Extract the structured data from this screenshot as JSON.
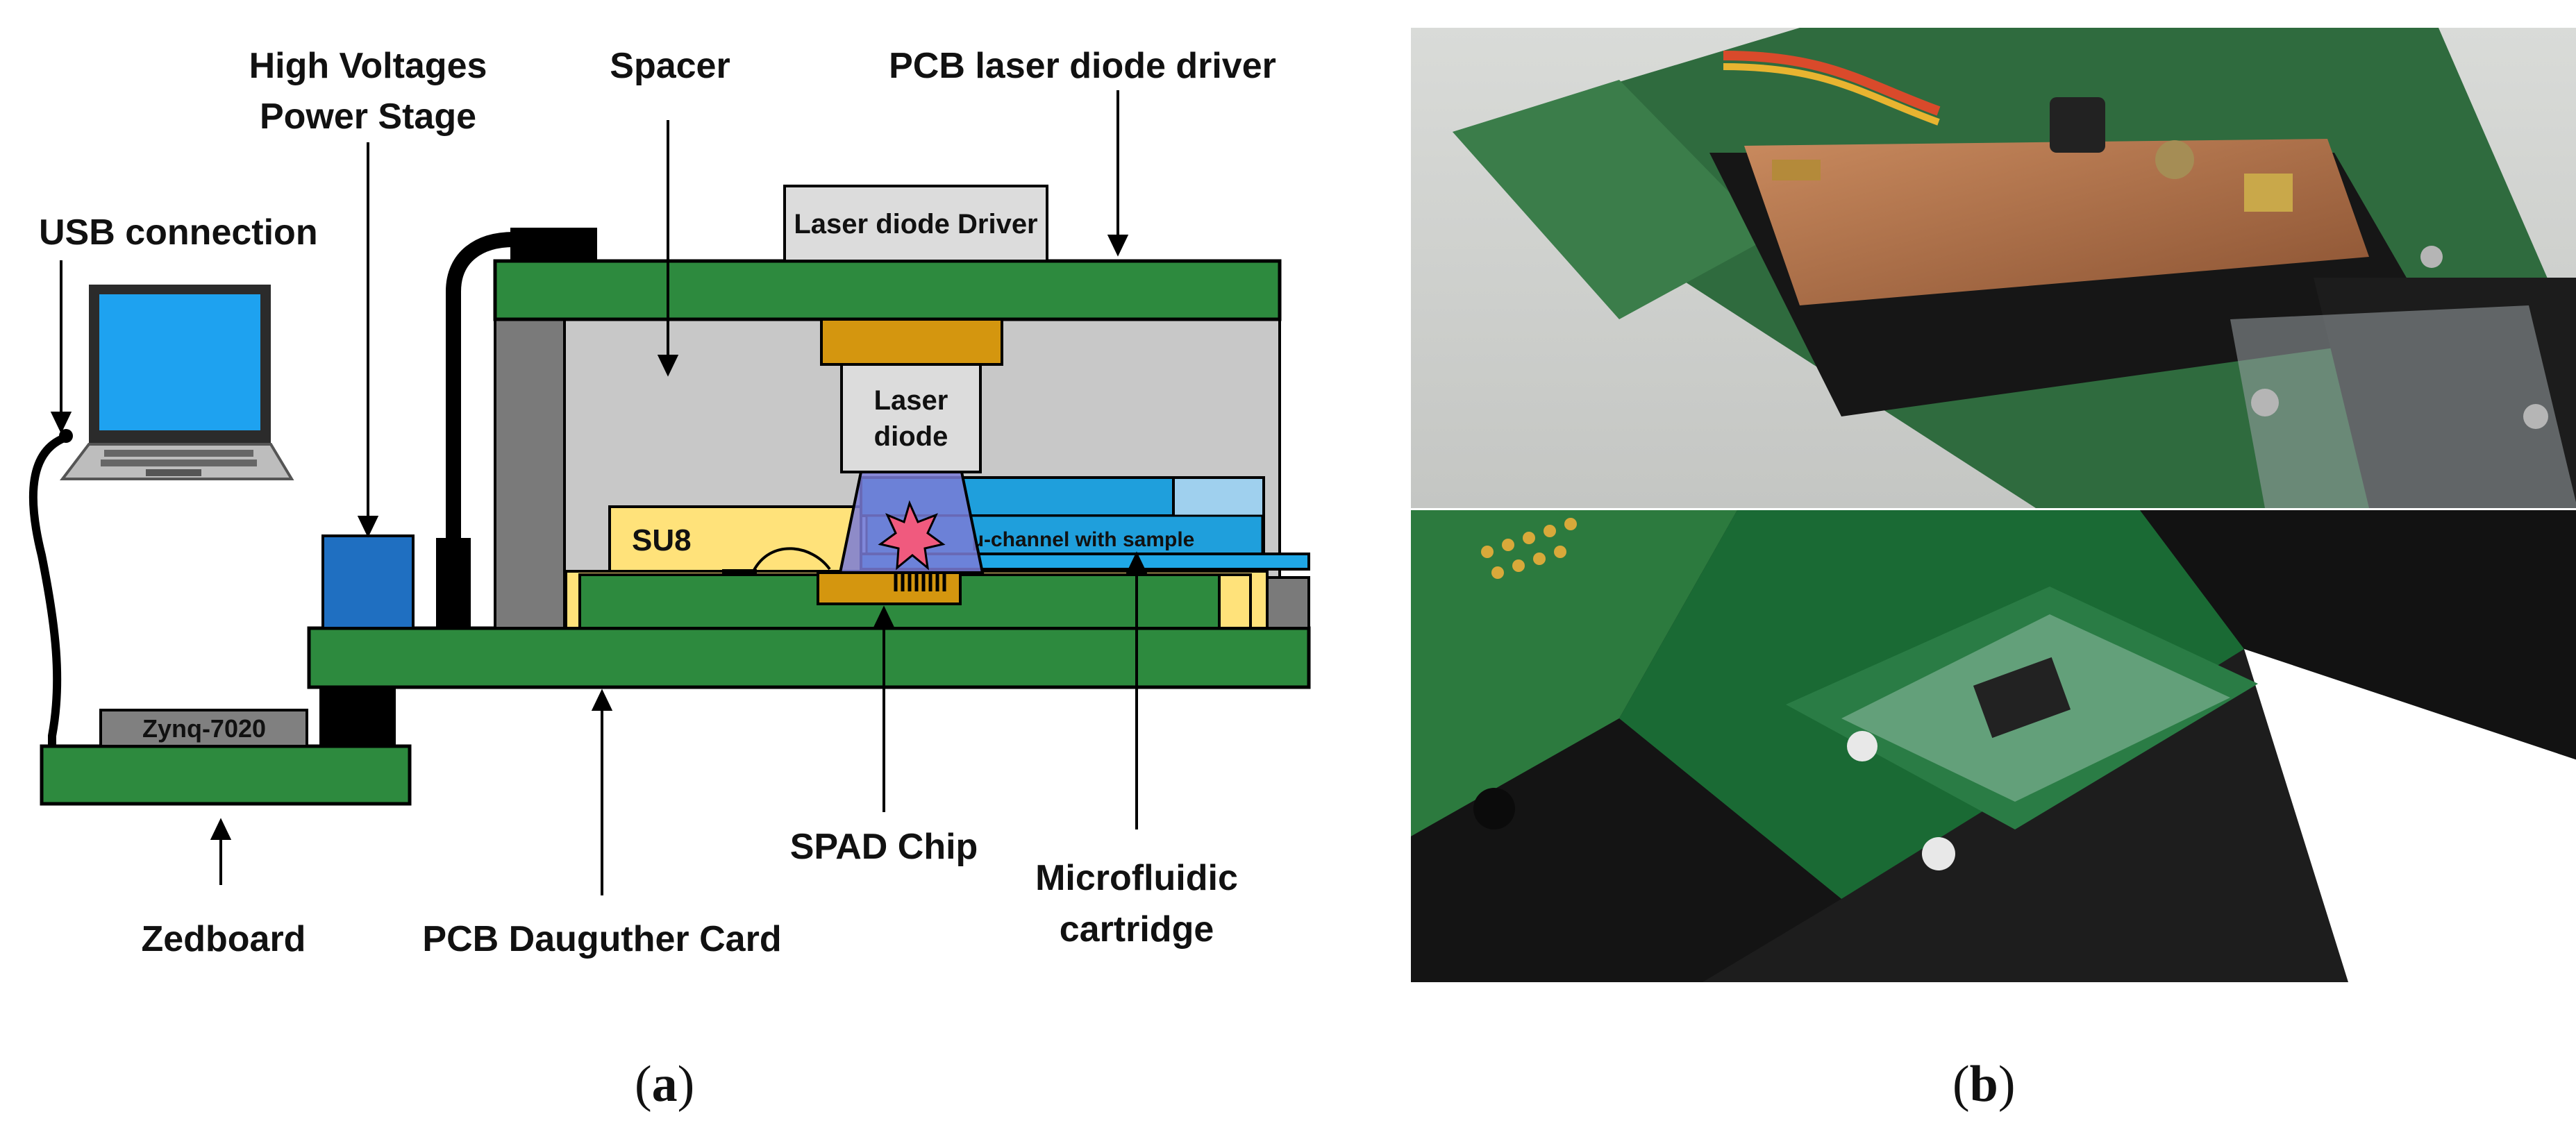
{
  "labels": {
    "usb_connection": "USB connection",
    "high_voltages_line1": "High Voltages",
    "high_voltages_line2": "Power Stage",
    "spacer": "Spacer",
    "pcb_laser_driver": "PCB laser diode driver",
    "laser_diode_driver_box": "Laser diode Driver",
    "laser_line1": "Laser",
    "laser_line2": "diode",
    "su8": "SU8",
    "channel": "µ-channel with sample",
    "zynq": "Zynq-7020",
    "zedboard": "Zedboard",
    "pcb_daughter_card": "PCB Dauguther Card",
    "spad_chip": "SPAD Chip",
    "microfluidic_line1": "Microfluidic",
    "microfluidic_line2": "cartridge"
  },
  "captions": {
    "a_open": "(",
    "a_letter": "a",
    "a_close": ")",
    "b_open": "(",
    "b_letter": "b",
    "b_close": ")"
  },
  "colors": {
    "pcb_green": "#2d8a3e",
    "spacer_gray": "#c8c8c8",
    "dark_gray": "#7a7a7a",
    "gold": "#d4960f",
    "su8_yellow": "#ffe27a",
    "cartridge_blue": "#9fd0ee",
    "channel_blue": "#1f9fdc",
    "hv_blue": "#1f6fc1",
    "laser_cone": "#7a7bd6",
    "laptop_screen": "#1ea2f0"
  }
}
